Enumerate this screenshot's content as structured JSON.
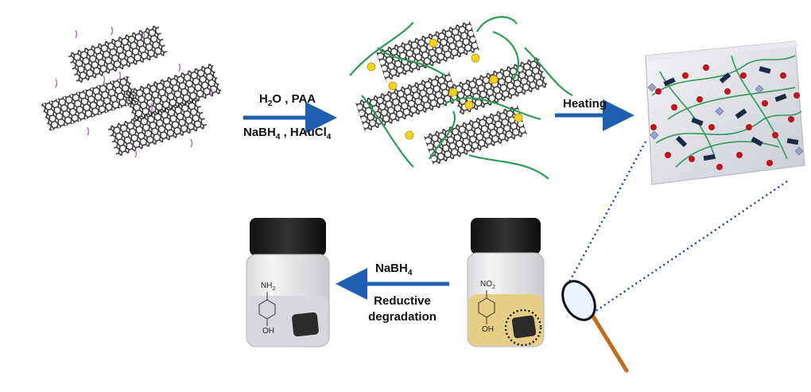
{
  "step1": {
    "line1": {
      "h": "H",
      "h_sub": "2",
      "o": "O , PAA"
    },
    "line2": {
      "a": "NaBH",
      "a_sub": "4",
      "b": " , HAuCl",
      "b_sub": "4"
    }
  },
  "step2": {
    "label": "Heating"
  },
  "step3": {
    "reagent": {
      "text": "NaBH",
      "sub": "4"
    },
    "line2": "Reductive",
    "line3": "degradation"
  },
  "vial_left": {
    "top_group": {
      "text": "NH",
      "sub": "2"
    },
    "bottom_group": "OH"
  },
  "vial_right": {
    "top_group": {
      "text": "NO",
      "sub": "2"
    },
    "bottom_group": "OH"
  },
  "colors": {
    "arrow": "#1f5fb0",
    "sheet": "#2b2b2b",
    "polymer": "#2e9a5a",
    "gold": "#f2d21c",
    "red_bead": "#c0141c",
    "liquid_yellow": "#e6cf85",
    "liquid_grey": "#d6d8de",
    "magnifier_handle": "#c26a1e",
    "dotted": "#1d3f91"
  }
}
